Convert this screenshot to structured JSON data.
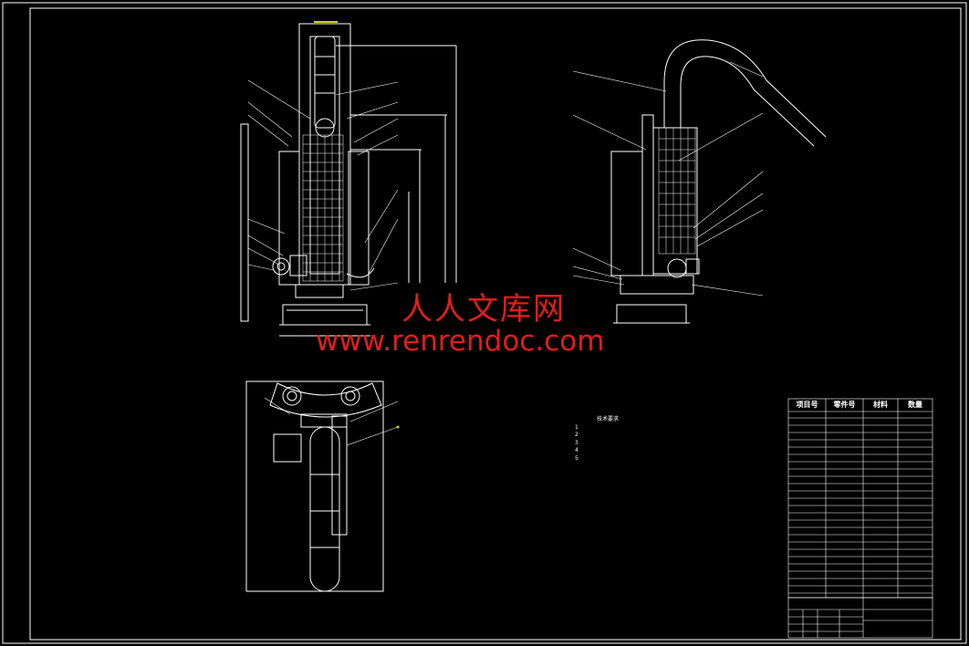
{
  "watermark": {
    "brand_cn": "人人文库网",
    "url": "www.renrendoc.com"
  },
  "bom": {
    "headers": [
      "项目号",
      "零件号",
      "材料",
      "数量"
    ]
  },
  "notes": {
    "title": "技术要求",
    "items": [
      "1",
      "2",
      "3",
      "4",
      "5"
    ]
  },
  "colors": {
    "background": "#000000",
    "lines": "#ffffff",
    "watermark": "#e11d1d",
    "dimension": "#c8d400"
  }
}
